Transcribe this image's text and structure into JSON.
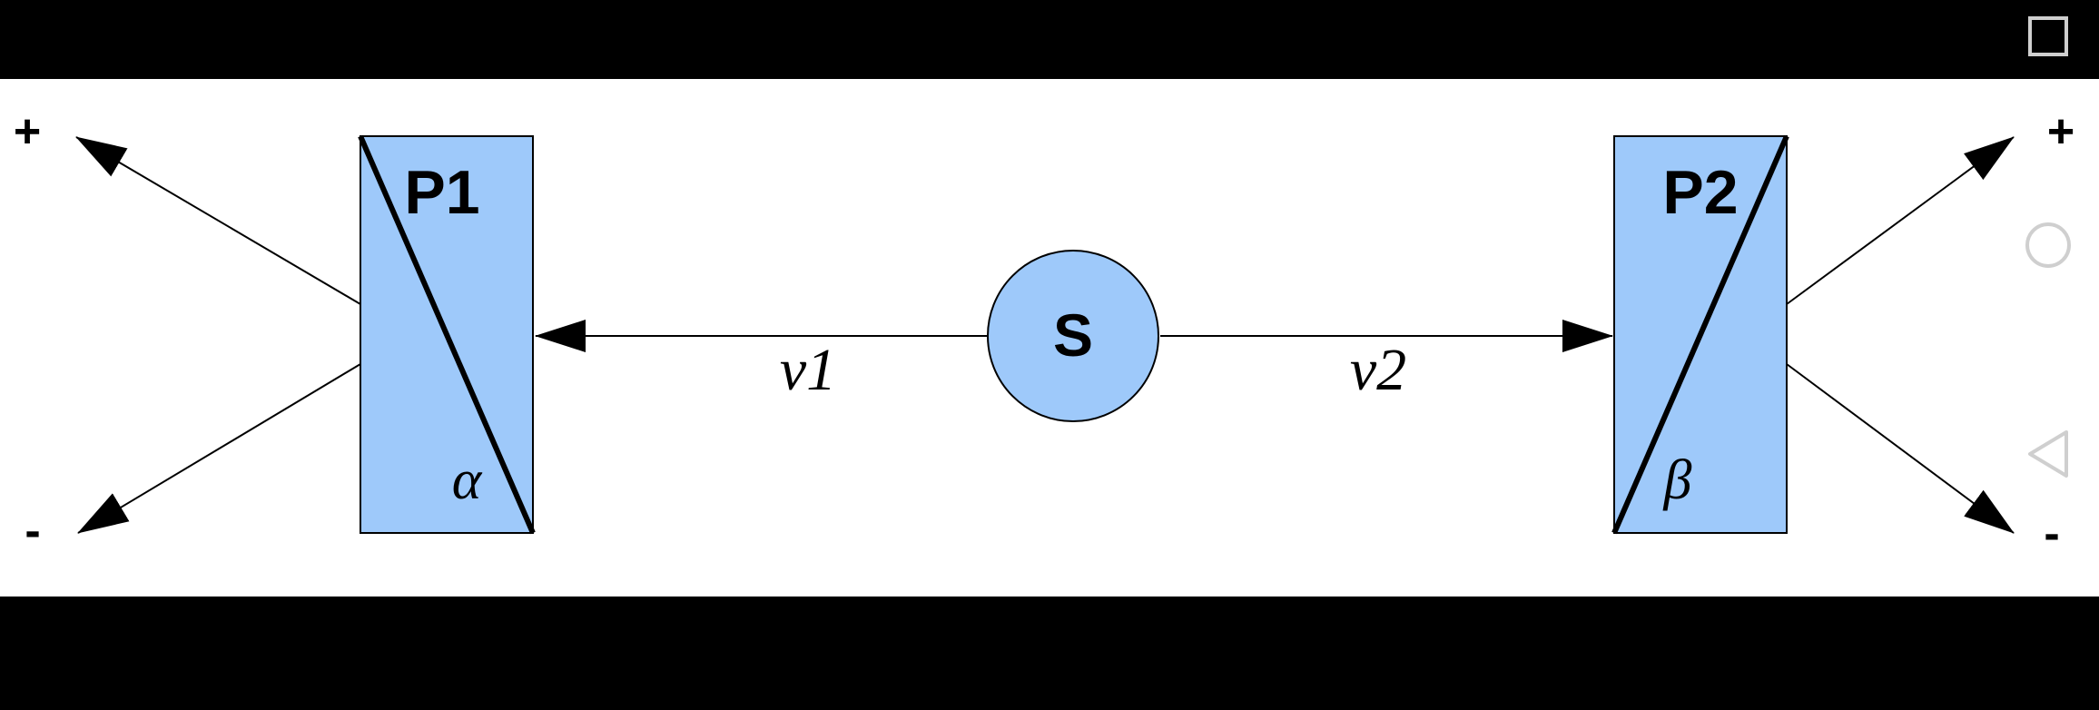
{
  "diagram": {
    "source": {
      "label": "S"
    },
    "prism_left": {
      "label": "P1",
      "angle": "α"
    },
    "prism_right": {
      "label": "P2",
      "angle": "β"
    },
    "beam_left": {
      "label": "ν1"
    },
    "beam_right": {
      "label": "ν2"
    },
    "left_outputs": {
      "plus": "+",
      "minus": "-"
    },
    "right_outputs": {
      "plus": "+",
      "minus": "-"
    }
  },
  "navigation": {
    "recents": "recents-square-icon",
    "home": "home-circle-icon",
    "back": "back-triangle-icon"
  },
  "colors": {
    "fill": "#9ec9fa",
    "stroke": "#000000",
    "background": "#ffffff",
    "bars": "#000000",
    "nav_icon": "#cfcfcf"
  }
}
